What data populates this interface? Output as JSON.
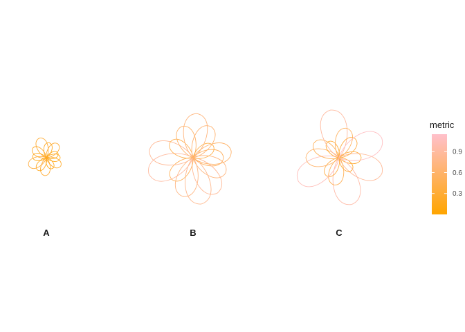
{
  "chart_data": {
    "type": "polar-petal",
    "facets": [
      "A",
      "B",
      "C"
    ],
    "legend": {
      "title": "metric",
      "ticks": [
        "0.3",
        "0.6",
        "0.9"
      ],
      "tick_values": [
        0.3,
        0.6,
        0.9
      ],
      "range": [
        0.0,
        1.15
      ],
      "low_color": "#ffa500",
      "high_color": "#ffc0cb"
    },
    "series": [
      {
        "facet": "A",
        "petals": [
          {
            "angle": 0,
            "length": 1.0,
            "metric": 0.15
          },
          {
            "angle": 30,
            "length": 1.2,
            "metric": 0.25
          },
          {
            "angle": 60,
            "length": 0.9,
            "metric": 0.1
          },
          {
            "angle": 95,
            "length": 1.3,
            "metric": 0.3
          },
          {
            "angle": 125,
            "length": 1.1,
            "metric": 0.2
          },
          {
            "angle": 155,
            "length": 1.4,
            "metric": 0.35
          },
          {
            "angle": 185,
            "length": 1.0,
            "metric": 0.15
          },
          {
            "angle": 215,
            "length": 1.2,
            "metric": 0.25
          },
          {
            "angle": 250,
            "length": 1.5,
            "metric": 0.3
          },
          {
            "angle": 280,
            "length": 1.1,
            "metric": 0.2
          },
          {
            "angle": 310,
            "length": 1.3,
            "metric": 0.3
          },
          {
            "angle": 340,
            "length": 0.9,
            "metric": 0.1
          }
        ]
      },
      {
        "facet": "B",
        "petals": [
          {
            "angle": 0,
            "length": 2.2,
            "metric": 0.55
          },
          {
            "angle": 25,
            "length": 2.6,
            "metric": 0.7
          },
          {
            "angle": 55,
            "length": 3.1,
            "metric": 0.85
          },
          {
            "angle": 80,
            "length": 3.4,
            "metric": 0.8
          },
          {
            "angle": 105,
            "length": 2.9,
            "metric": 0.75
          },
          {
            "angle": 135,
            "length": 2.2,
            "metric": 0.5
          },
          {
            "angle": 160,
            "length": 3.4,
            "metric": 0.9
          },
          {
            "angle": 190,
            "length": 3.2,
            "metric": 0.85
          },
          {
            "angle": 215,
            "length": 2.0,
            "metric": 0.45
          },
          {
            "angle": 250,
            "length": 2.4,
            "metric": 0.6
          },
          {
            "angle": 275,
            "length": 3.2,
            "metric": 0.7
          },
          {
            "angle": 300,
            "length": 2.6,
            "metric": 0.65
          },
          {
            "angle": 330,
            "length": 1.7,
            "metric": 0.4
          },
          {
            "angle": 350,
            "length": 2.8,
            "metric": 0.6
          }
        ]
      },
      {
        "facet": "C",
        "petals": [
          {
            "angle": 0,
            "length": 1.6,
            "metric": 0.35
          },
          {
            "angle": 20,
            "length": 3.3,
            "metric": 0.85
          },
          {
            "angle": 45,
            "length": 1.3,
            "metric": 0.3
          },
          {
            "angle": 75,
            "length": 3.5,
            "metric": 0.95
          },
          {
            "angle": 100,
            "length": 2.0,
            "metric": 0.5
          },
          {
            "angle": 125,
            "length": 1.6,
            "metric": 0.4
          },
          {
            "angle": 150,
            "length": 3.4,
            "metric": 1.05
          },
          {
            "angle": 180,
            "length": 2.4,
            "metric": 0.6
          },
          {
            "angle": 210,
            "length": 2.1,
            "metric": 0.5
          },
          {
            "angle": 235,
            "length": 1.4,
            "metric": 0.3
          },
          {
            "angle": 260,
            "length": 3.5,
            "metric": 0.9
          },
          {
            "angle": 285,
            "length": 2.2,
            "metric": 0.55
          },
          {
            "angle": 310,
            "length": 1.8,
            "metric": 0.4
          },
          {
            "angle": 335,
            "length": 3.4,
            "metric": 1.1
          }
        ]
      }
    ]
  }
}
